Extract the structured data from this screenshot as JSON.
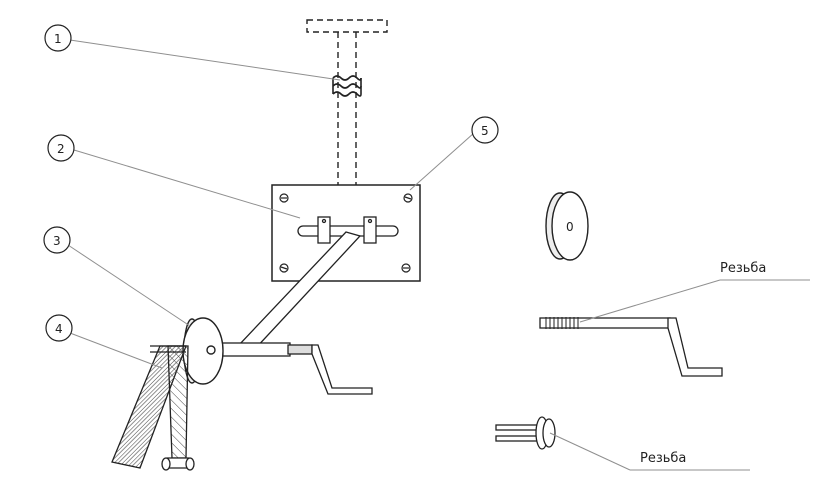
{
  "callouts": [
    "1",
    "2",
    "3",
    "4",
    "5"
  ],
  "notes": {
    "thread_label_top": "Резьба",
    "thread_label_bottom": "Резьба",
    "disc_mark": "0"
  },
  "colors": {
    "ink": "#222222",
    "leader": "#9a9a9a",
    "plate": "#ffffff"
  }
}
